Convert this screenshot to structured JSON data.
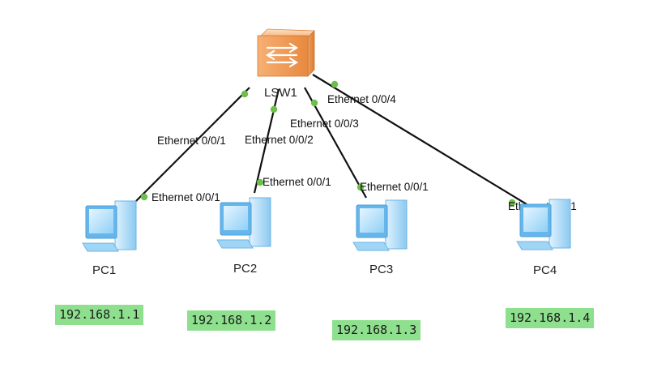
{
  "switch": {
    "name": "LSW1",
    "icon": "switch-icon"
  },
  "pcs": [
    {
      "name": "PC1",
      "ip": "192.168.1.1",
      "port": "Ethernet 0/0/1",
      "switch_port": "Ethernet 0/0/1"
    },
    {
      "name": "PC2",
      "ip": "192.168.1.2",
      "port": "Ethernet 0/0/1",
      "switch_port": "Ethernet 0/0/2"
    },
    {
      "name": "PC3",
      "ip": "192.168.1.3",
      "port": "Ethernet 0/0/1",
      "switch_port": "Ethernet 0/0/3"
    },
    {
      "name": "PC4",
      "ip": "192.168.1.4",
      "port": "Ethernet 0/0/1",
      "switch_port": "Ethernet 0/0/4"
    }
  ],
  "colors": {
    "link": "#111111",
    "port_dot": "#6cc04a",
    "ip_background": "#8ee08e",
    "switch_body": "#f0a060",
    "pc_body": "#7cc0f0"
  }
}
